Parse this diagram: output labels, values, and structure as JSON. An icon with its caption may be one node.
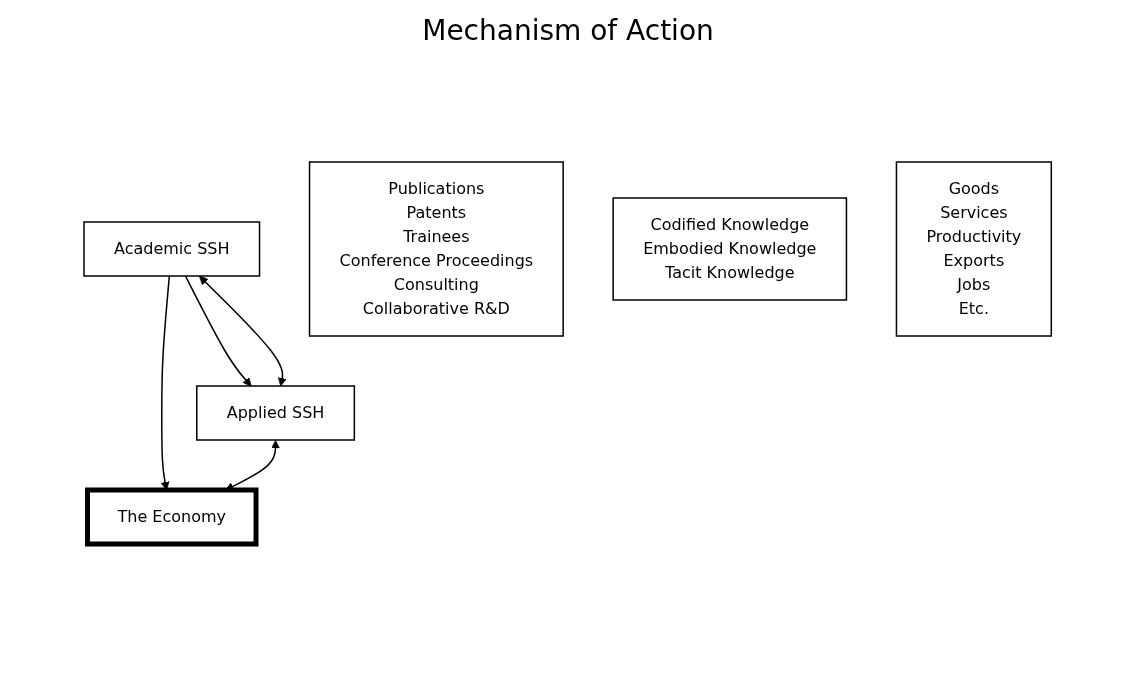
{
  "diagram": {
    "title": "Mechanism of Action",
    "nodes": [
      {
        "text": [
          "Academic SSH"
        ]
      },
      {
        "text": [
          "Applied SSH"
        ]
      },
      {
        "text": [
          "The Economy"
        ]
      },
      {
        "text": [
          "Publications",
          "Patents",
          "Trainees",
          "Conference Proceedings",
          "Consulting",
          "Collaborative R&D"
        ]
      },
      {
        "text": [
          "Codified Knowledge",
          "Embodied Knowledge",
          "Tacit Knowledge"
        ]
      },
      {
        "text": [
          "Goods",
          "Services",
          "Productivity",
          "Exports",
          "Jobs",
          "Etc."
        ]
      }
    ],
    "edges": [
      {
        "from": 0,
        "to": 1,
        "arrow": "to"
      },
      {
        "from": 0,
        "to": 2,
        "arrow": "to"
      },
      {
        "from": 0,
        "to": 1,
        "arrow": "both"
      },
      {
        "from": 1,
        "to": 2,
        "arrow": "both"
      }
    ]
  }
}
